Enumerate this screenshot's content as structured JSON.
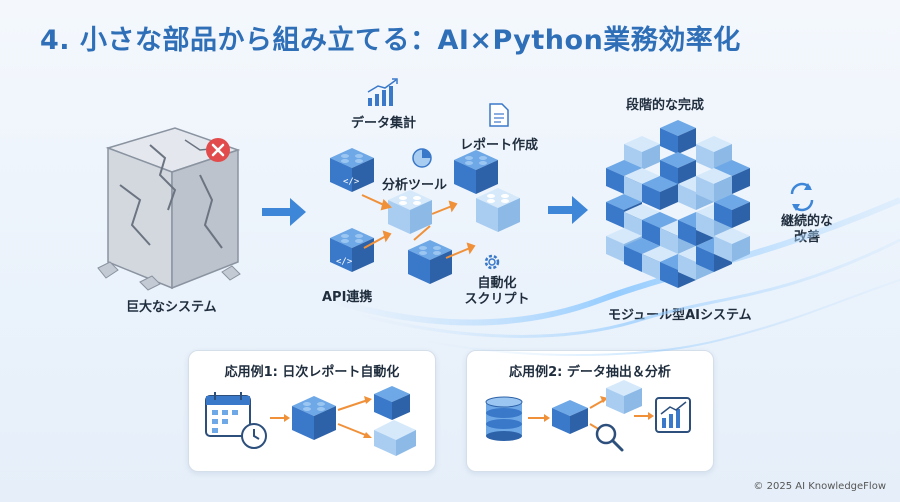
{
  "title": "4. 小さな部品から組み立てる：AI×Python業務効率化",
  "left": {
    "label": "巨大なシステム"
  },
  "middle": {
    "labels": {
      "data_aggregation": "データ集計",
      "report_creation": "レポート作成",
      "analysis_tool": "分析ツール",
      "api_integration": "API連携",
      "automation_script_line1": "自動化",
      "automation_script_line2": "スクリプト"
    }
  },
  "right": {
    "top_label": "段階的な完成",
    "bottom_label": "モジュール型AIシステム",
    "side_label_line1": "継続的な",
    "side_label_line2": "改善"
  },
  "examples": [
    {
      "title": "応用例1: 日次レポート自動化"
    },
    {
      "title": "応用例2: データ抽出＆分析"
    }
  ],
  "footer": {
    "copyright": "© 2025 AI KnowledgeFlow"
  },
  "colors": {
    "title": "#2f6fb8",
    "block_dark": "#3a78c9",
    "block_light": "#a9cdf1",
    "arrow_blue": "#3d86d8",
    "arrow_orange": "#f0913a",
    "error_red": "#e24b4b",
    "stone": "#c9ced6"
  }
}
